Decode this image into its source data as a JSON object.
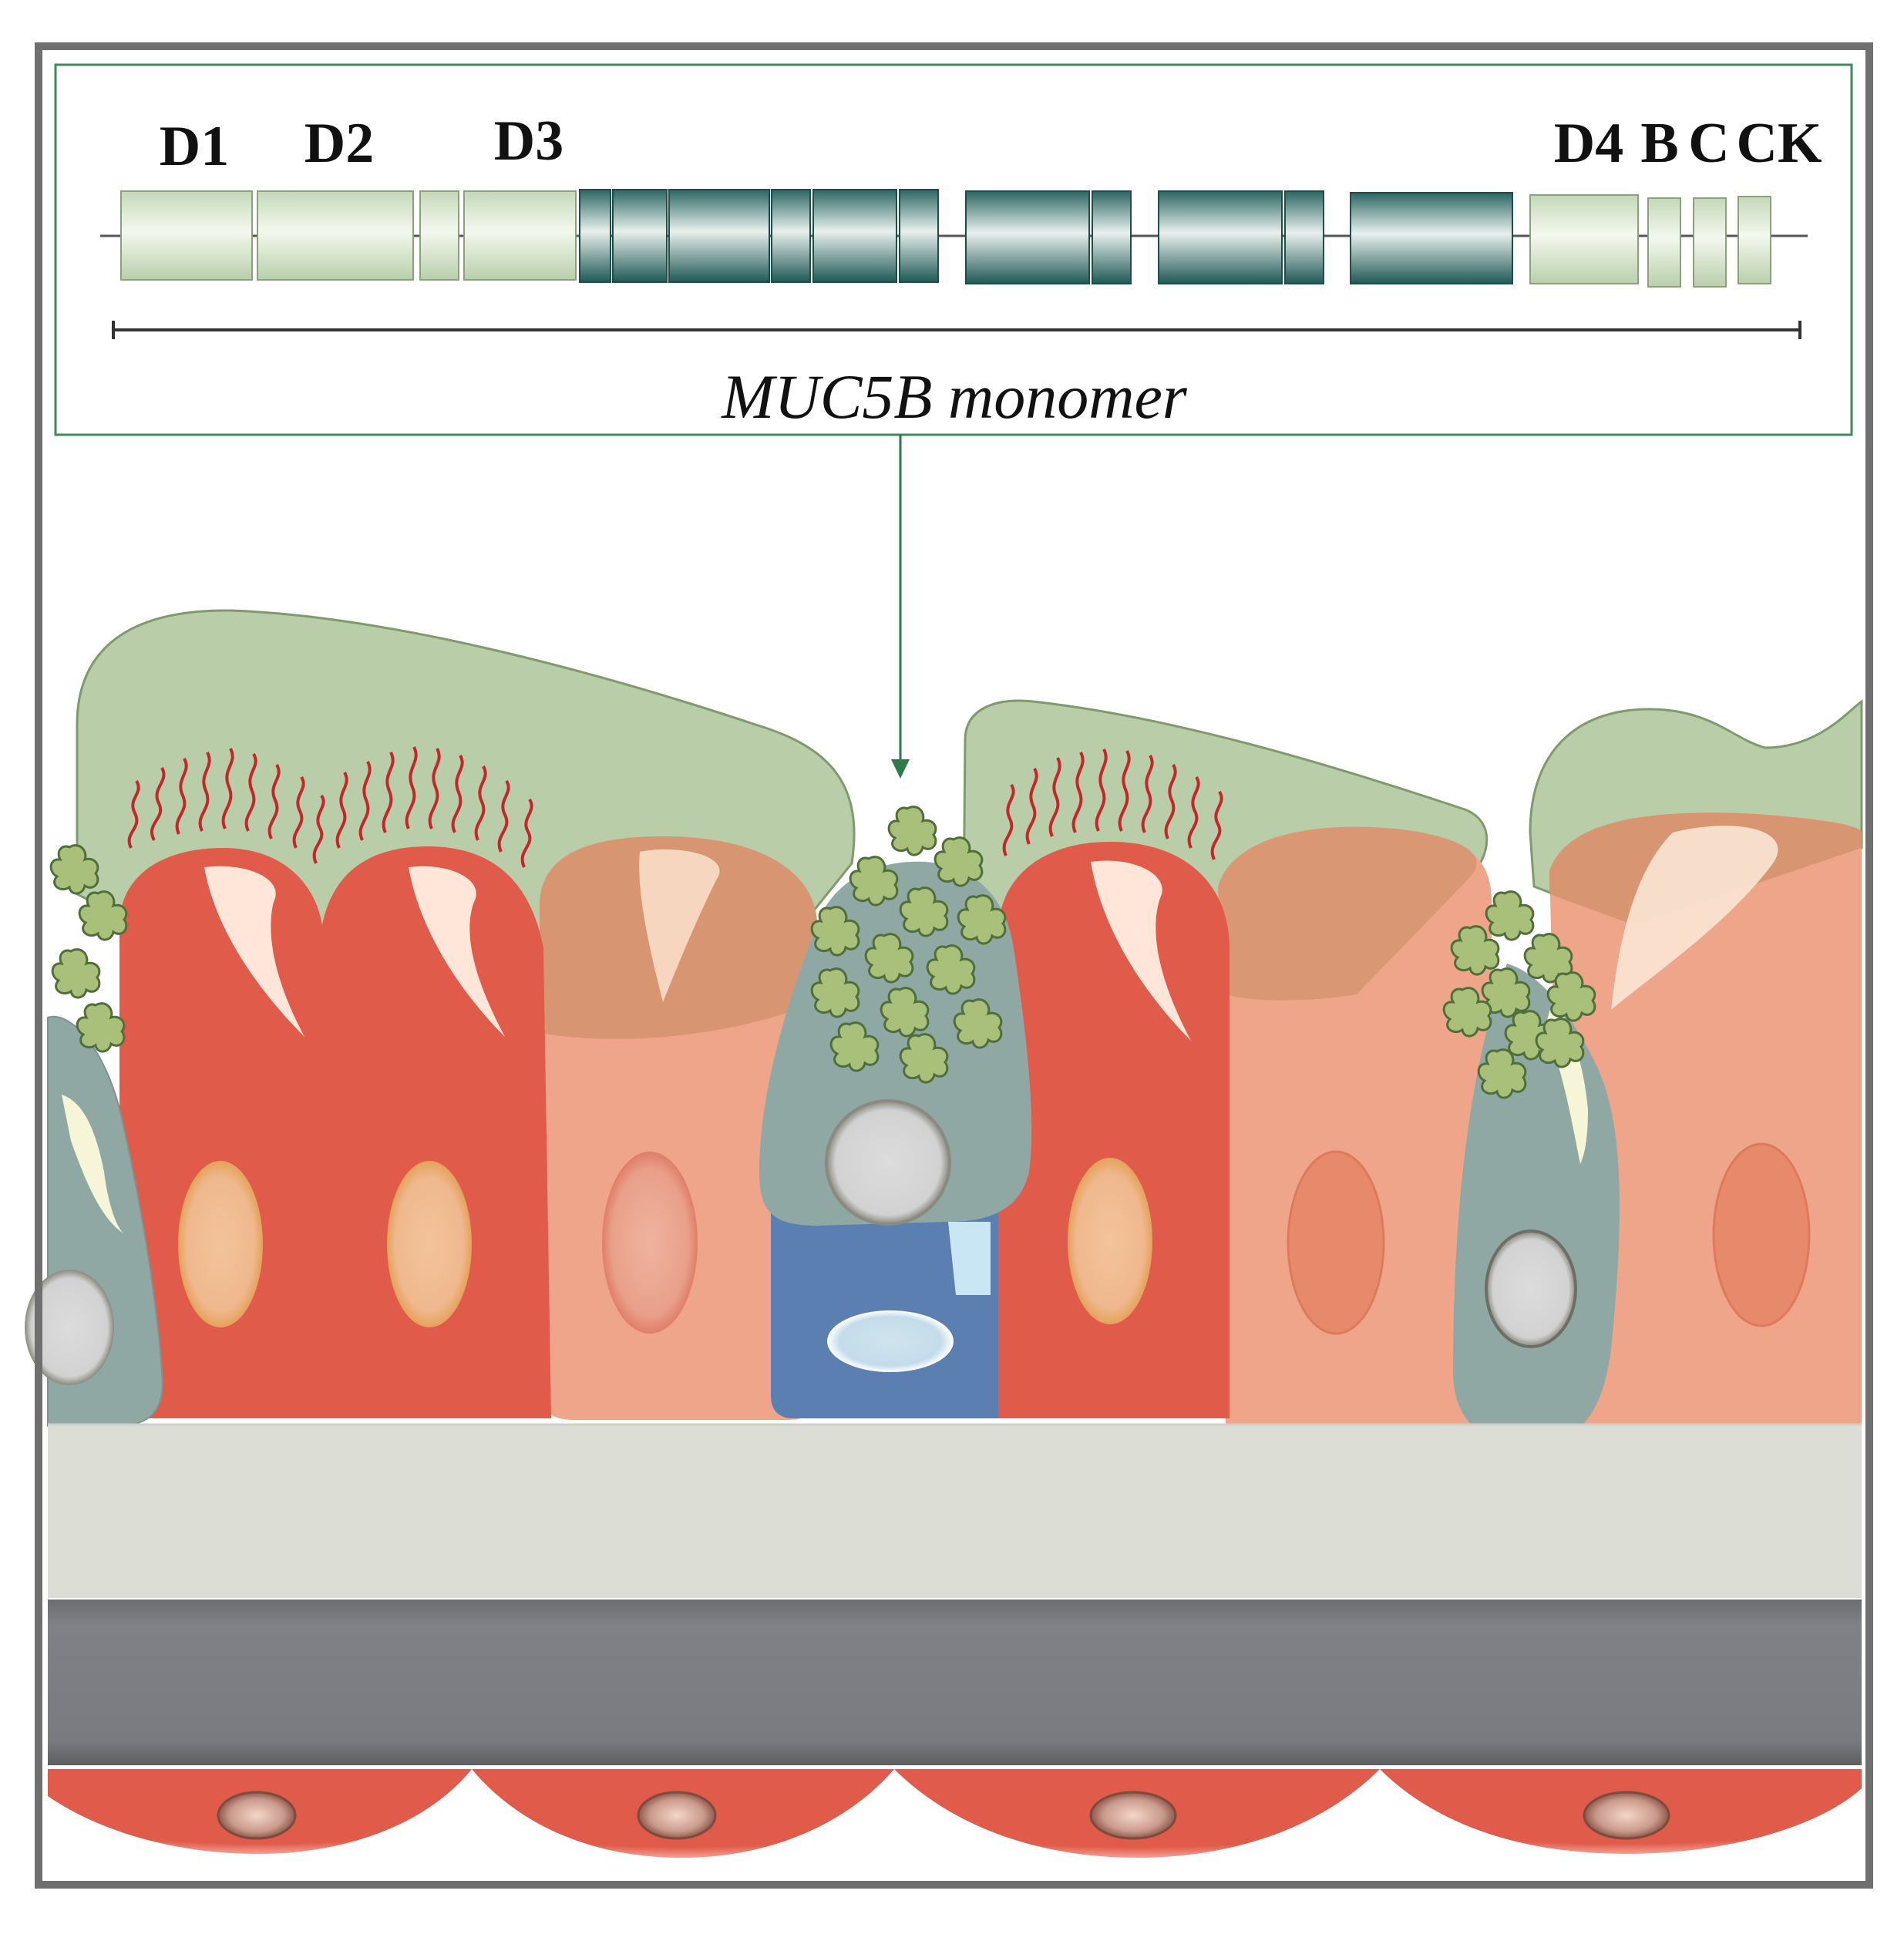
{
  "domain_labels": [
    "D1",
    "D2",
    "D3",
    "D4",
    "B",
    "C",
    "CK"
  ],
  "caption": "MUC5B monomer",
  "colors": {
    "frame": "#6f6f6f",
    "inset_border": "#3f8a5a",
    "domain_light": "#cfe0c4",
    "domain_dark": "#2e6a66",
    "mucus": "#b9cda9",
    "ciliated_cell": "#e05b49",
    "secretory_cell": "#eea58a",
    "goblet_cell": "#8fa8a4",
    "basal_cell": "#5a7fb0",
    "granule": "#a9c07a",
    "basement_membrane": "#dcded6",
    "submucosa": "#7b7c80"
  }
}
